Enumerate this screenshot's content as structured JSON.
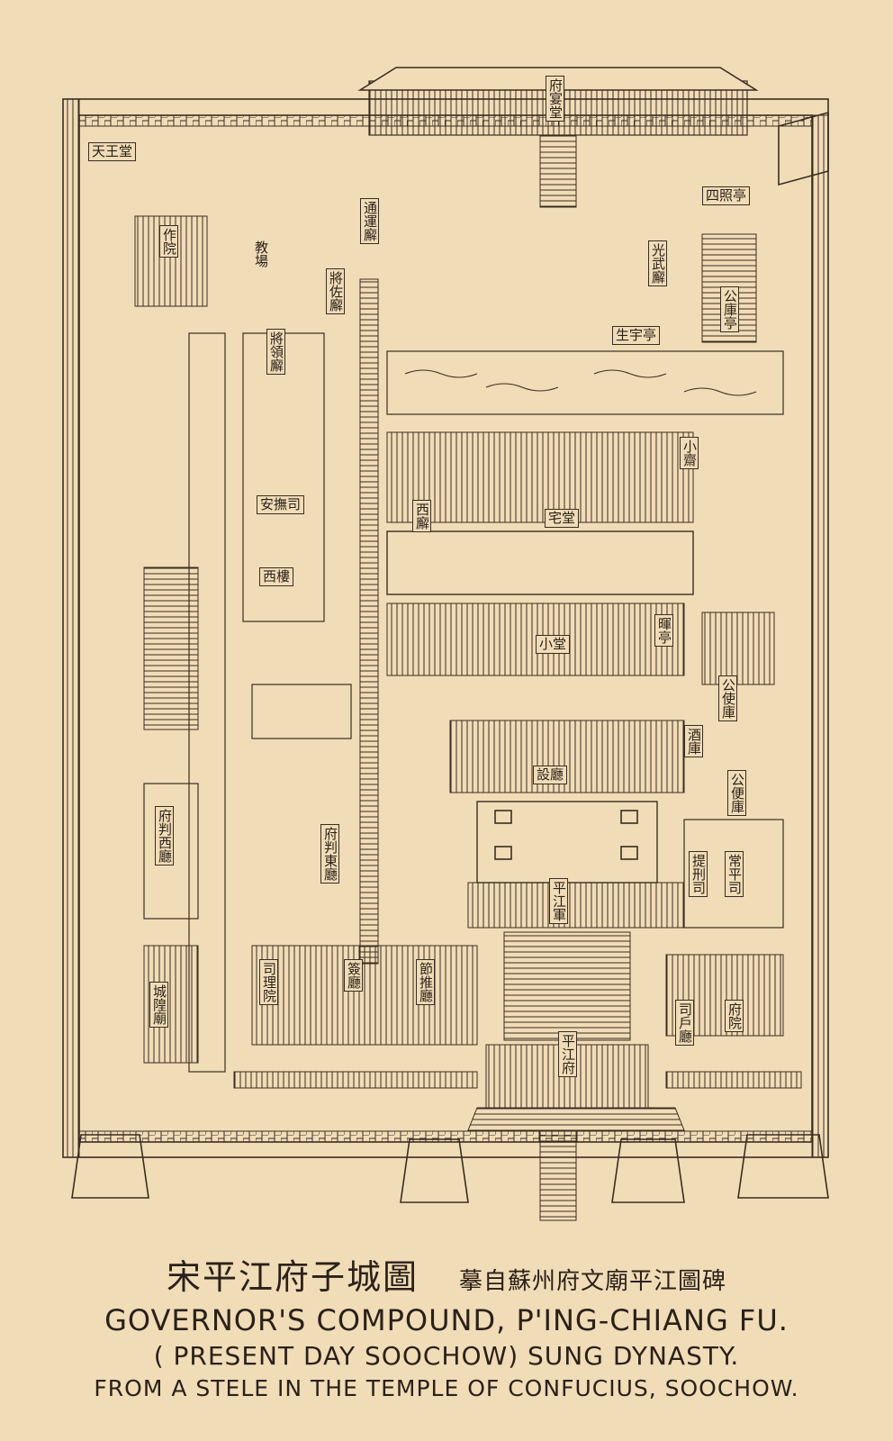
{
  "map": {
    "labels": [
      {
        "text": "天王堂"
      },
      {
        "text": "府宴堂"
      },
      {
        "text": "四照亭"
      },
      {
        "text": "作院"
      },
      {
        "text": "教場"
      },
      {
        "text": "通運廨"
      },
      {
        "text": "將佐廨"
      },
      {
        "text": "光武廨"
      },
      {
        "text": "生宇亭"
      },
      {
        "text": "公庫亭"
      },
      {
        "text": "西廨"
      },
      {
        "text": "宅堂"
      },
      {
        "text": "小齋"
      },
      {
        "text": "小堂"
      },
      {
        "text": "暉亭"
      },
      {
        "text": "公使庫"
      },
      {
        "text": "酒庫"
      },
      {
        "text": "公便庫"
      },
      {
        "text": "設廳"
      },
      {
        "text": "平江軍"
      },
      {
        "text": "府判東廳"
      },
      {
        "text": "提刑司"
      },
      {
        "text": "常平司"
      },
      {
        "text": "司理院"
      },
      {
        "text": "簽廳"
      },
      {
        "text": "節推廳"
      },
      {
        "text": "司戶廳"
      },
      {
        "text": "府院"
      },
      {
        "text": "平江府"
      },
      {
        "text": "城隍廟"
      },
      {
        "text": "府判西廳"
      },
      {
        "text": "安撫司"
      },
      {
        "text": "將領廨"
      },
      {
        "text": "西樓"
      }
    ]
  },
  "caption": {
    "chinese_title": "宋平江府子城圖",
    "chinese_subtitle": "摹自蘇州府文廟平江圖碑",
    "english_title": "GOVERNOR'S COMPOUND, P'ING-CHIANG FU.",
    "english_subtitle": "( PRESENT DAY SOOCHOW) SUNG DYNASTY.",
    "english_source": "FROM A STELE IN THE TEMPLE OF CONFUCIUS, SOOCHOW."
  }
}
